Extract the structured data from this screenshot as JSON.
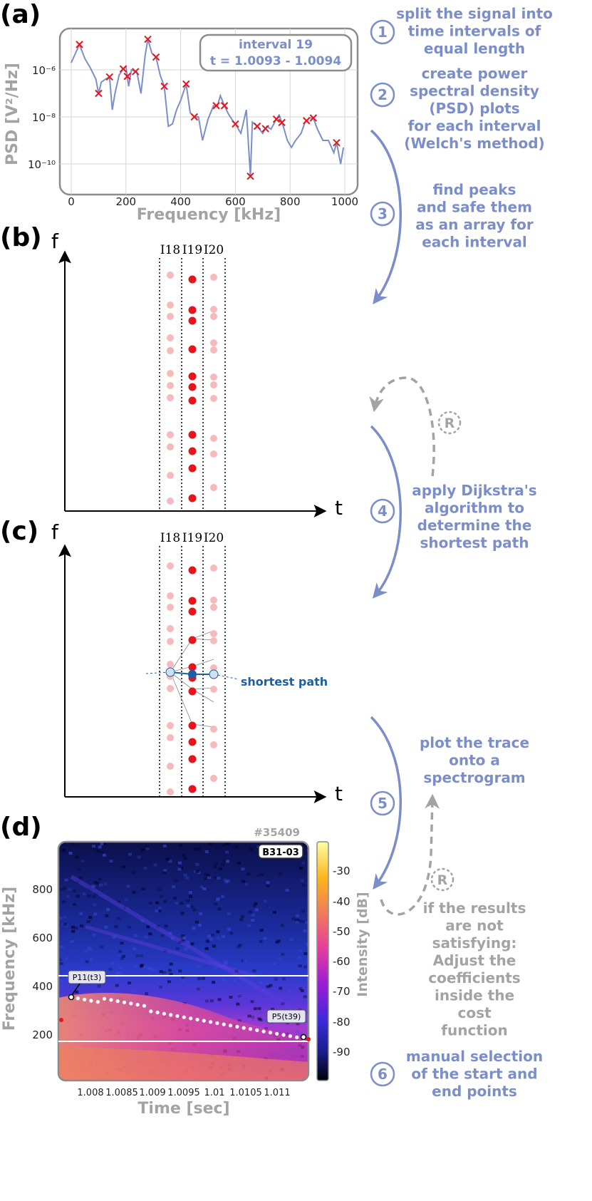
{
  "panels": {
    "a": "(a)",
    "b": "(b)",
    "c": "(c)",
    "d": "(d)"
  },
  "steps": [
    {
      "num": "1",
      "lines": [
        "split the signal into",
        "time intervals of",
        "equal length"
      ]
    },
    {
      "num": "2",
      "lines": [
        "create power",
        "spectral density",
        "(PSD) plots",
        "for each interval",
        "(Welch's method)"
      ]
    },
    {
      "num": "3",
      "lines": [
        "find peaks",
        "and safe them",
        "as an array for",
        "each interval"
      ]
    },
    {
      "num": "4",
      "lines": [
        "apply Dijkstra's",
        "algorithm to",
        "determine the",
        "shortest path"
      ]
    },
    {
      "num": "5",
      "lines": [
        "plot the trace",
        "onto a",
        "spectrogram"
      ]
    },
    {
      "num": "6",
      "lines": [
        "manual selection",
        "of the start and",
        "end points"
      ]
    }
  ],
  "repeat_note": {
    "symbol": "R",
    "lines": [
      "if the results",
      "are not",
      "satisfying:",
      "Adjust the",
      "coefficients",
      "inside the",
      "cost",
      "function"
    ]
  },
  "psd": {
    "ylabel": "PSD [V²/Hz]",
    "xlabel": "Frequency [kHz]",
    "xticks": [
      "0",
      "200",
      "400",
      "600",
      "800",
      "1000"
    ],
    "yticks": [
      "10⁻⁶",
      "10⁻⁸",
      "10⁻¹⁰"
    ],
    "legend_line1": "interval 19",
    "legend_line2": "t = 1.0093 - 1.0094",
    "line_color": "#7b8ec8",
    "marker_color": "#e8141c"
  },
  "chart_data": {
    "type": "line",
    "xlabel": "Frequency [kHz]",
    "ylabel": "PSD [V²/Hz]",
    "yscale": "log",
    "xlim": [
      0,
      1000
    ],
    "grid": true,
    "series": [
      {
        "name": "interval 19",
        "x": [
          0,
          30,
          50,
          70,
          90,
          100,
          110,
          125,
          140,
          150,
          160,
          175,
          190,
          200,
          210,
          220,
          240,
          255,
          270,
          280,
          295,
          310,
          325,
          340,
          355,
          370,
          385,
          400,
          420,
          435,
          450,
          465,
          480,
          500,
          520,
          535,
          545,
          560,
          575,
          590,
          600,
          620,
          640,
          655,
          662,
          680,
          700,
          715,
          730,
          750,
          760,
          775,
          790,
          805,
          820,
          840,
          855,
          870,
          885,
          900,
          920,
          940,
          960,
          970,
          985,
          995
        ],
        "y": [
          2e-06,
          1.2e-05,
          3e-06,
          1.2e-06,
          4e-07,
          1e-07,
          3e-07,
          4e-07,
          5e-07,
          2e-08,
          1e-07,
          6e-07,
          1.1e-06,
          1.4e-06,
          2e-07,
          1e-06,
          8e-07,
          1e-07,
          4e-06,
          2e-05,
          5e-06,
          3.5e-06,
          6e-07,
          2e-07,
          4e-09,
          5e-09,
          2e-08,
          5e-08,
          2.5e-07,
          1.5e-08,
          1e-08,
          1e-08,
          1e-09,
          8e-09,
          3e-08,
          3e-08,
          8e-08,
          3e-08,
          1.3e-08,
          7e-09,
          5e-09,
          2e-09,
          2e-08,
          3e-11,
          6e-09,
          4e-09,
          2e-09,
          4e-09,
          3e-09,
          8e-09,
          1.2e-08,
          4e-09,
          1e-09,
          5e-10,
          1e-09,
          2e-09,
          6e-09,
          9e-09,
          9e-09,
          3e-09,
          1e-09,
          1e-09,
          3e-10,
          8e-10,
          1e-10,
          5e-10
        ]
      }
    ],
    "peaks_x": [
      30,
      100,
      140,
      190,
      205,
      235,
      280,
      310,
      340,
      420,
      450,
      530,
      560,
      600,
      655,
      680,
      710,
      750,
      770,
      860,
      885,
      970
    ]
  },
  "dot_panels": {
    "f_label": "f",
    "t_label": "t",
    "columns": [
      "I18",
      "I19",
      "I20"
    ],
    "shortest_path_label": "shortest path",
    "active_color": "#e8141c",
    "faded_color": "#f7b9bb",
    "path_color": "#1d5fa6"
  },
  "spectrogram": {
    "shot": "#35409",
    "probe": "B31-03",
    "ylabel": "Frequency [kHz]",
    "xlabel": "Time [sec]",
    "yticks": [
      "800",
      "600",
      "400",
      "200"
    ],
    "xticks": [
      "1.008",
      "1.0085",
      "1.009",
      "1.0095",
      "1.01",
      "1.0105",
      "1.011"
    ],
    "start_label": "P11(t3)",
    "end_label": "P5(t39)",
    "colorbar_label": "Intensity [dB]",
    "colorbar_ticks": [
      "-30",
      "-40",
      "-50",
      "-60",
      "-70",
      "-80",
      "-90"
    ]
  }
}
